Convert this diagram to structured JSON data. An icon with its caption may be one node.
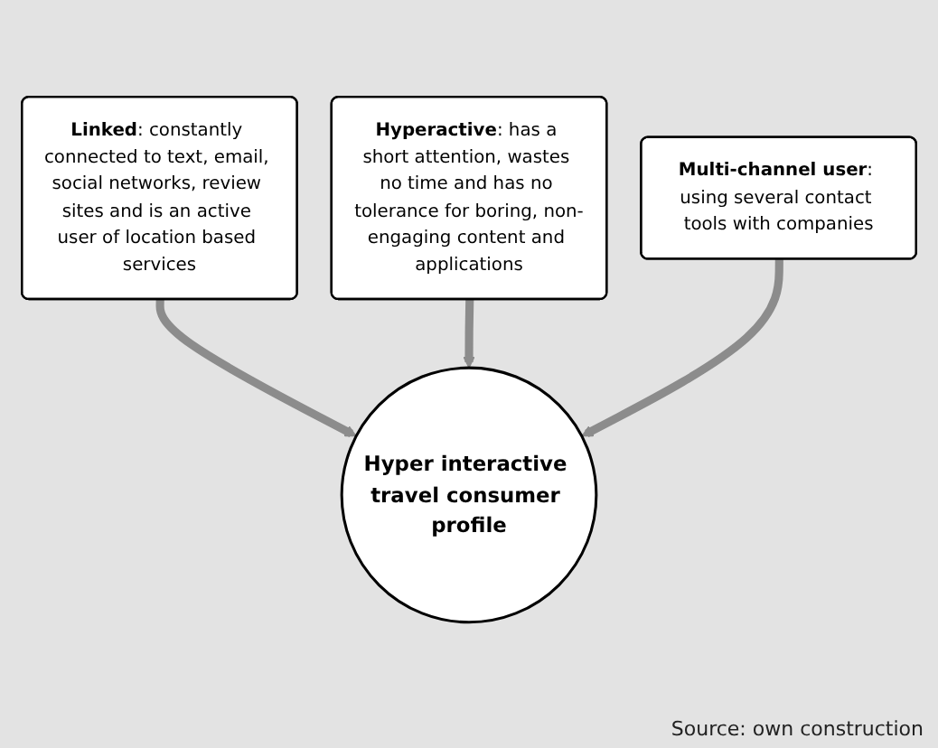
{
  "diagram": {
    "caption": "Source: own construction",
    "nodes": [
      {
        "text": [
          "**Linked**: constantly connected to text, email, social networks, review sites and is an active user of location based services"
        ]
      },
      {
        "text": [
          "**Hyperactive**: has a short attention, wastes no time and has no tolerance for boring, non-engaging content and applications"
        ]
      },
      {
        "text": [
          "**Multi-channel user**: using several contact tools with companies"
        ]
      },
      {
        "text": [
          "Hyper interactive travel consumer profile"
        ]
      }
    ],
    "edges": [
      {
        "from": 0,
        "to": 3,
        "arrow": "to"
      },
      {
        "from": 1,
        "to": 3,
        "arrow": "to"
      },
      {
        "from": 2,
        "to": 3,
        "arrow": "to"
      }
    ]
  }
}
